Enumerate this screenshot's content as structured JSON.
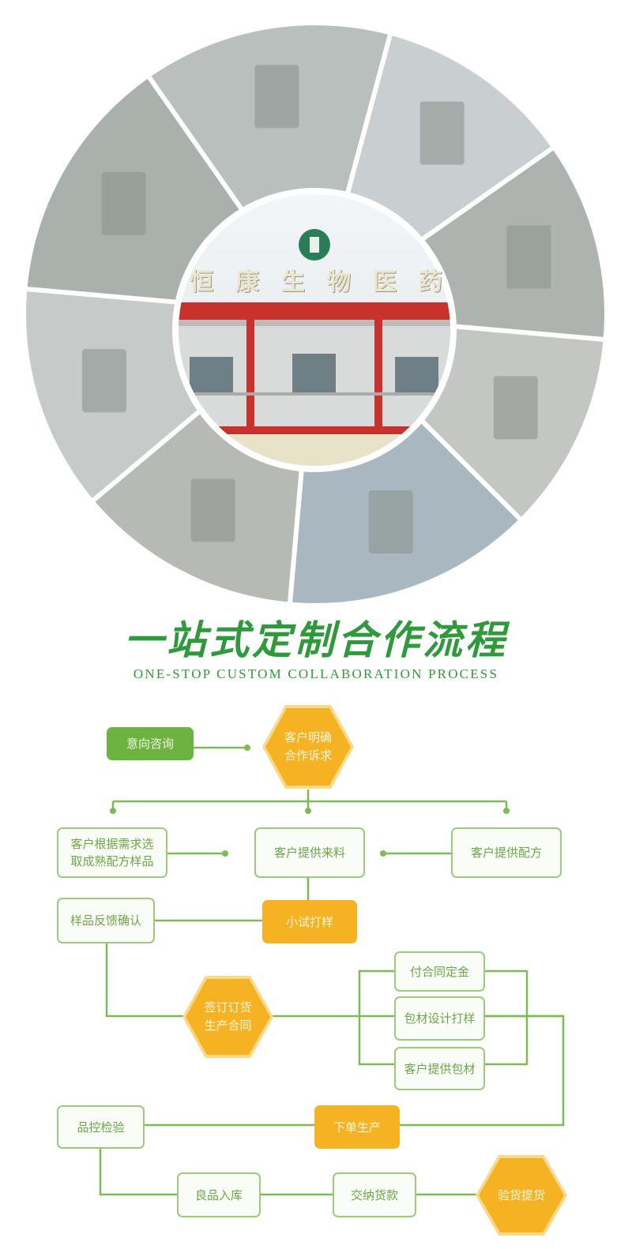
{
  "collage": {
    "building_sign": [
      "恒",
      "康",
      "生",
      "物",
      "医",
      "药"
    ],
    "photos": [
      "mixer-machine",
      "packing-machine-green",
      "packing-machine-purple",
      "roller-machine",
      "cleanroom-workers",
      "tablet-press",
      "packing-machine-red",
      "packing-machine-left"
    ]
  },
  "heading": {
    "title": "一站式定制合作流程",
    "subtitle": "ONE-STOP CUSTOM COLLABORATION PROCESS"
  },
  "flow": {
    "inquiry": "意向咨询",
    "clarify": [
      "客户明确",
      "合作诉求"
    ],
    "choose_formula": [
      "客户根据需求选",
      "取成熟配方样品"
    ],
    "provide_material": "客户提供来料",
    "provide_formula": "客户提供配方",
    "feedback": "样品反馈确认",
    "trial": "小试打样",
    "contract": [
      "签订订货",
      "生产合同"
    ],
    "deposit": "付合同定金",
    "pack_design": "包材设计打样",
    "provide_pack": "客户提供包材",
    "production": "下单生产",
    "qc": "品控检验",
    "warehouse": "良品入库",
    "payment": "交纳货款",
    "delivery": "验货提货"
  },
  "colors": {
    "green": "#6db33f",
    "orange": "#f5b324",
    "line": "#7dbb55",
    "title": "#2f9a3c"
  }
}
